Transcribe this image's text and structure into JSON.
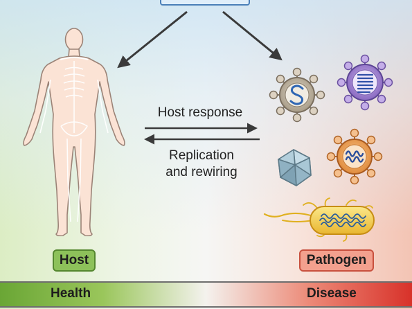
{
  "diagram": {
    "arrow_right_label": "Host response",
    "arrow_left_label_line1": "Replication",
    "arrow_left_label_line2": "and rewiring",
    "host_label": "Host",
    "pathogen_label": "Pathogen",
    "health_label": "Health",
    "disease_label": "Disease"
  },
  "colors": {
    "host_pill": "#8dc15a",
    "pathogen_pill": "#f3a08e",
    "health": "#6aa635",
    "disease": "#d8322a",
    "arrow": "#3a3a3a"
  },
  "icons": [
    "human-body-icon",
    "virus-s-icon",
    "virus-lines-icon",
    "icosahedron-icon",
    "virus-rna-icon",
    "bacterium-icon"
  ]
}
